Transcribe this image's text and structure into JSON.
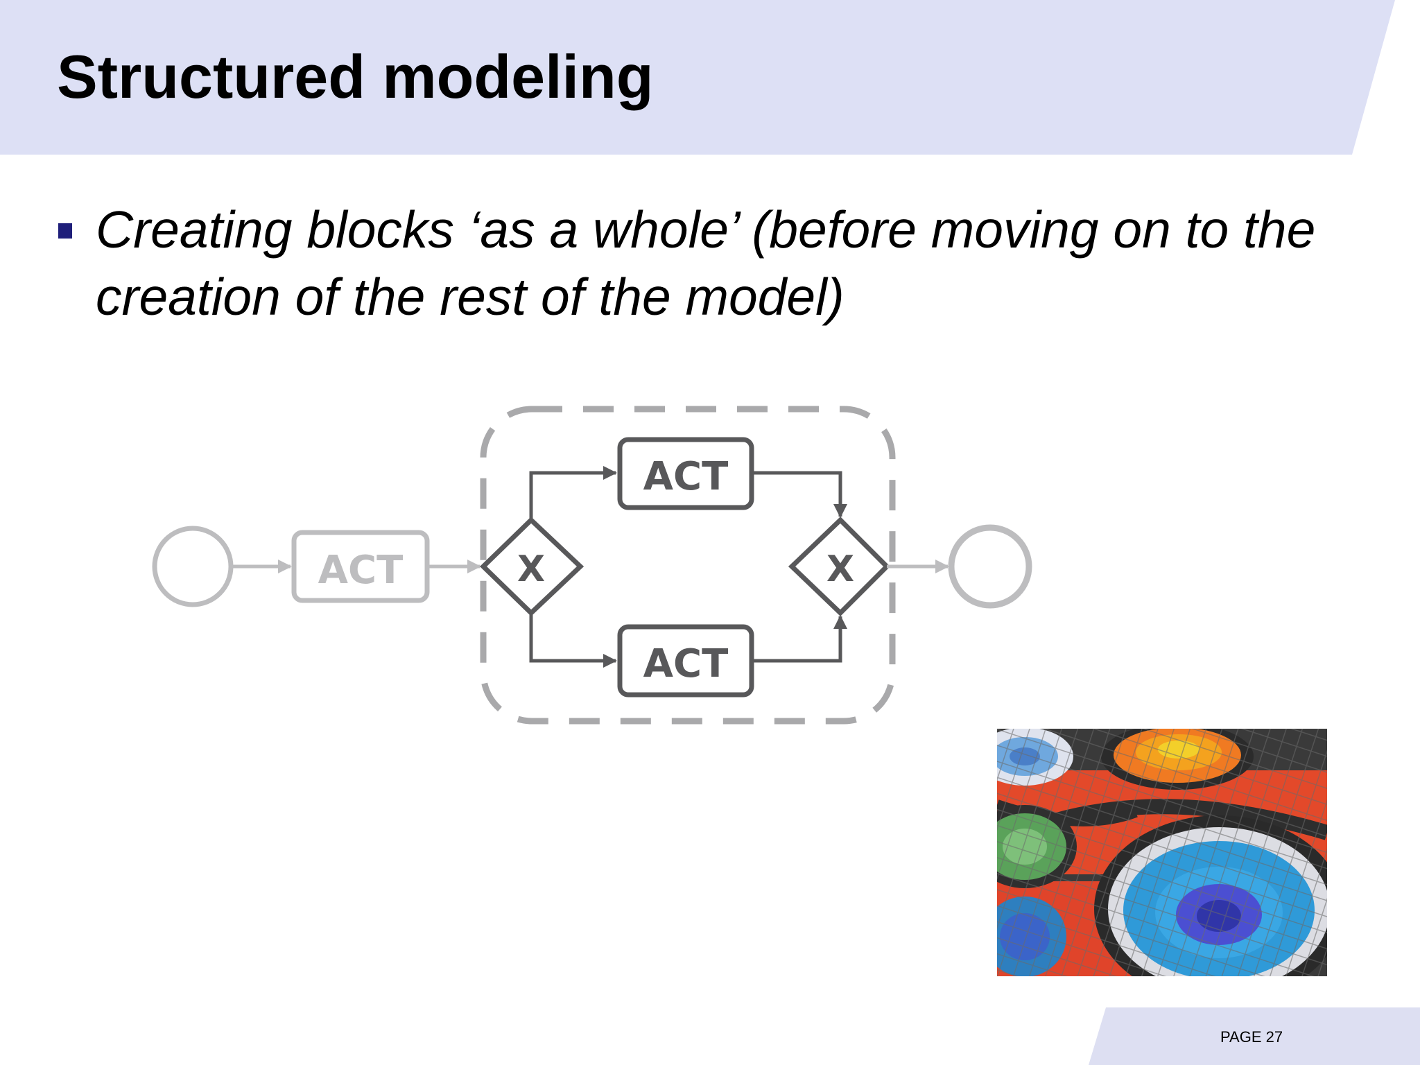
{
  "slide": {
    "title": "Structured modeling",
    "bullet": "Creating blocks ‘as a whole’ (before moving on to the creation of the rest of the model)",
    "page_label": "PAGE 27"
  },
  "diagram": {
    "outer_activity_label": "ACT",
    "upper_activity_label": "ACT",
    "lower_activity_label": "ACT",
    "split_gateway_label": "X",
    "join_gateway_label": "X"
  },
  "colors": {
    "header_band": "#dde0f5",
    "footer_band": "#dddff2",
    "bullet_marker": "#1f1f7a",
    "active_stroke": "#58585a",
    "faded_stroke": "#bdbdbf",
    "block_dash": "#a9a9ab"
  },
  "icons": {
    "bullet": "square-bullet-icon",
    "photo": "mosaic-photo"
  }
}
